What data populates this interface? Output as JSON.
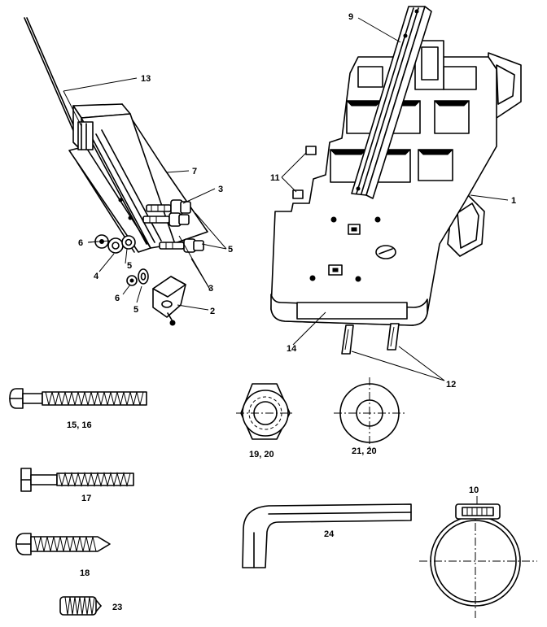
{
  "labels": {
    "l1": "1",
    "l2": "2",
    "l3a": "3",
    "l3b": "3",
    "l4": "4",
    "l5a": "5",
    "l5b": "5",
    "l5c": "5",
    "l6a": "6",
    "l6b": "6",
    "l7": "7",
    "l9": "9",
    "l10": "10",
    "l11": "11",
    "l12": "12",
    "l13": "13",
    "l14": "14",
    "l15": "15, 16",
    "l17": "17",
    "l18": "18",
    "l19": "19, 20",
    "l21": "21, 20",
    "l23": "23",
    "l24": "24"
  }
}
